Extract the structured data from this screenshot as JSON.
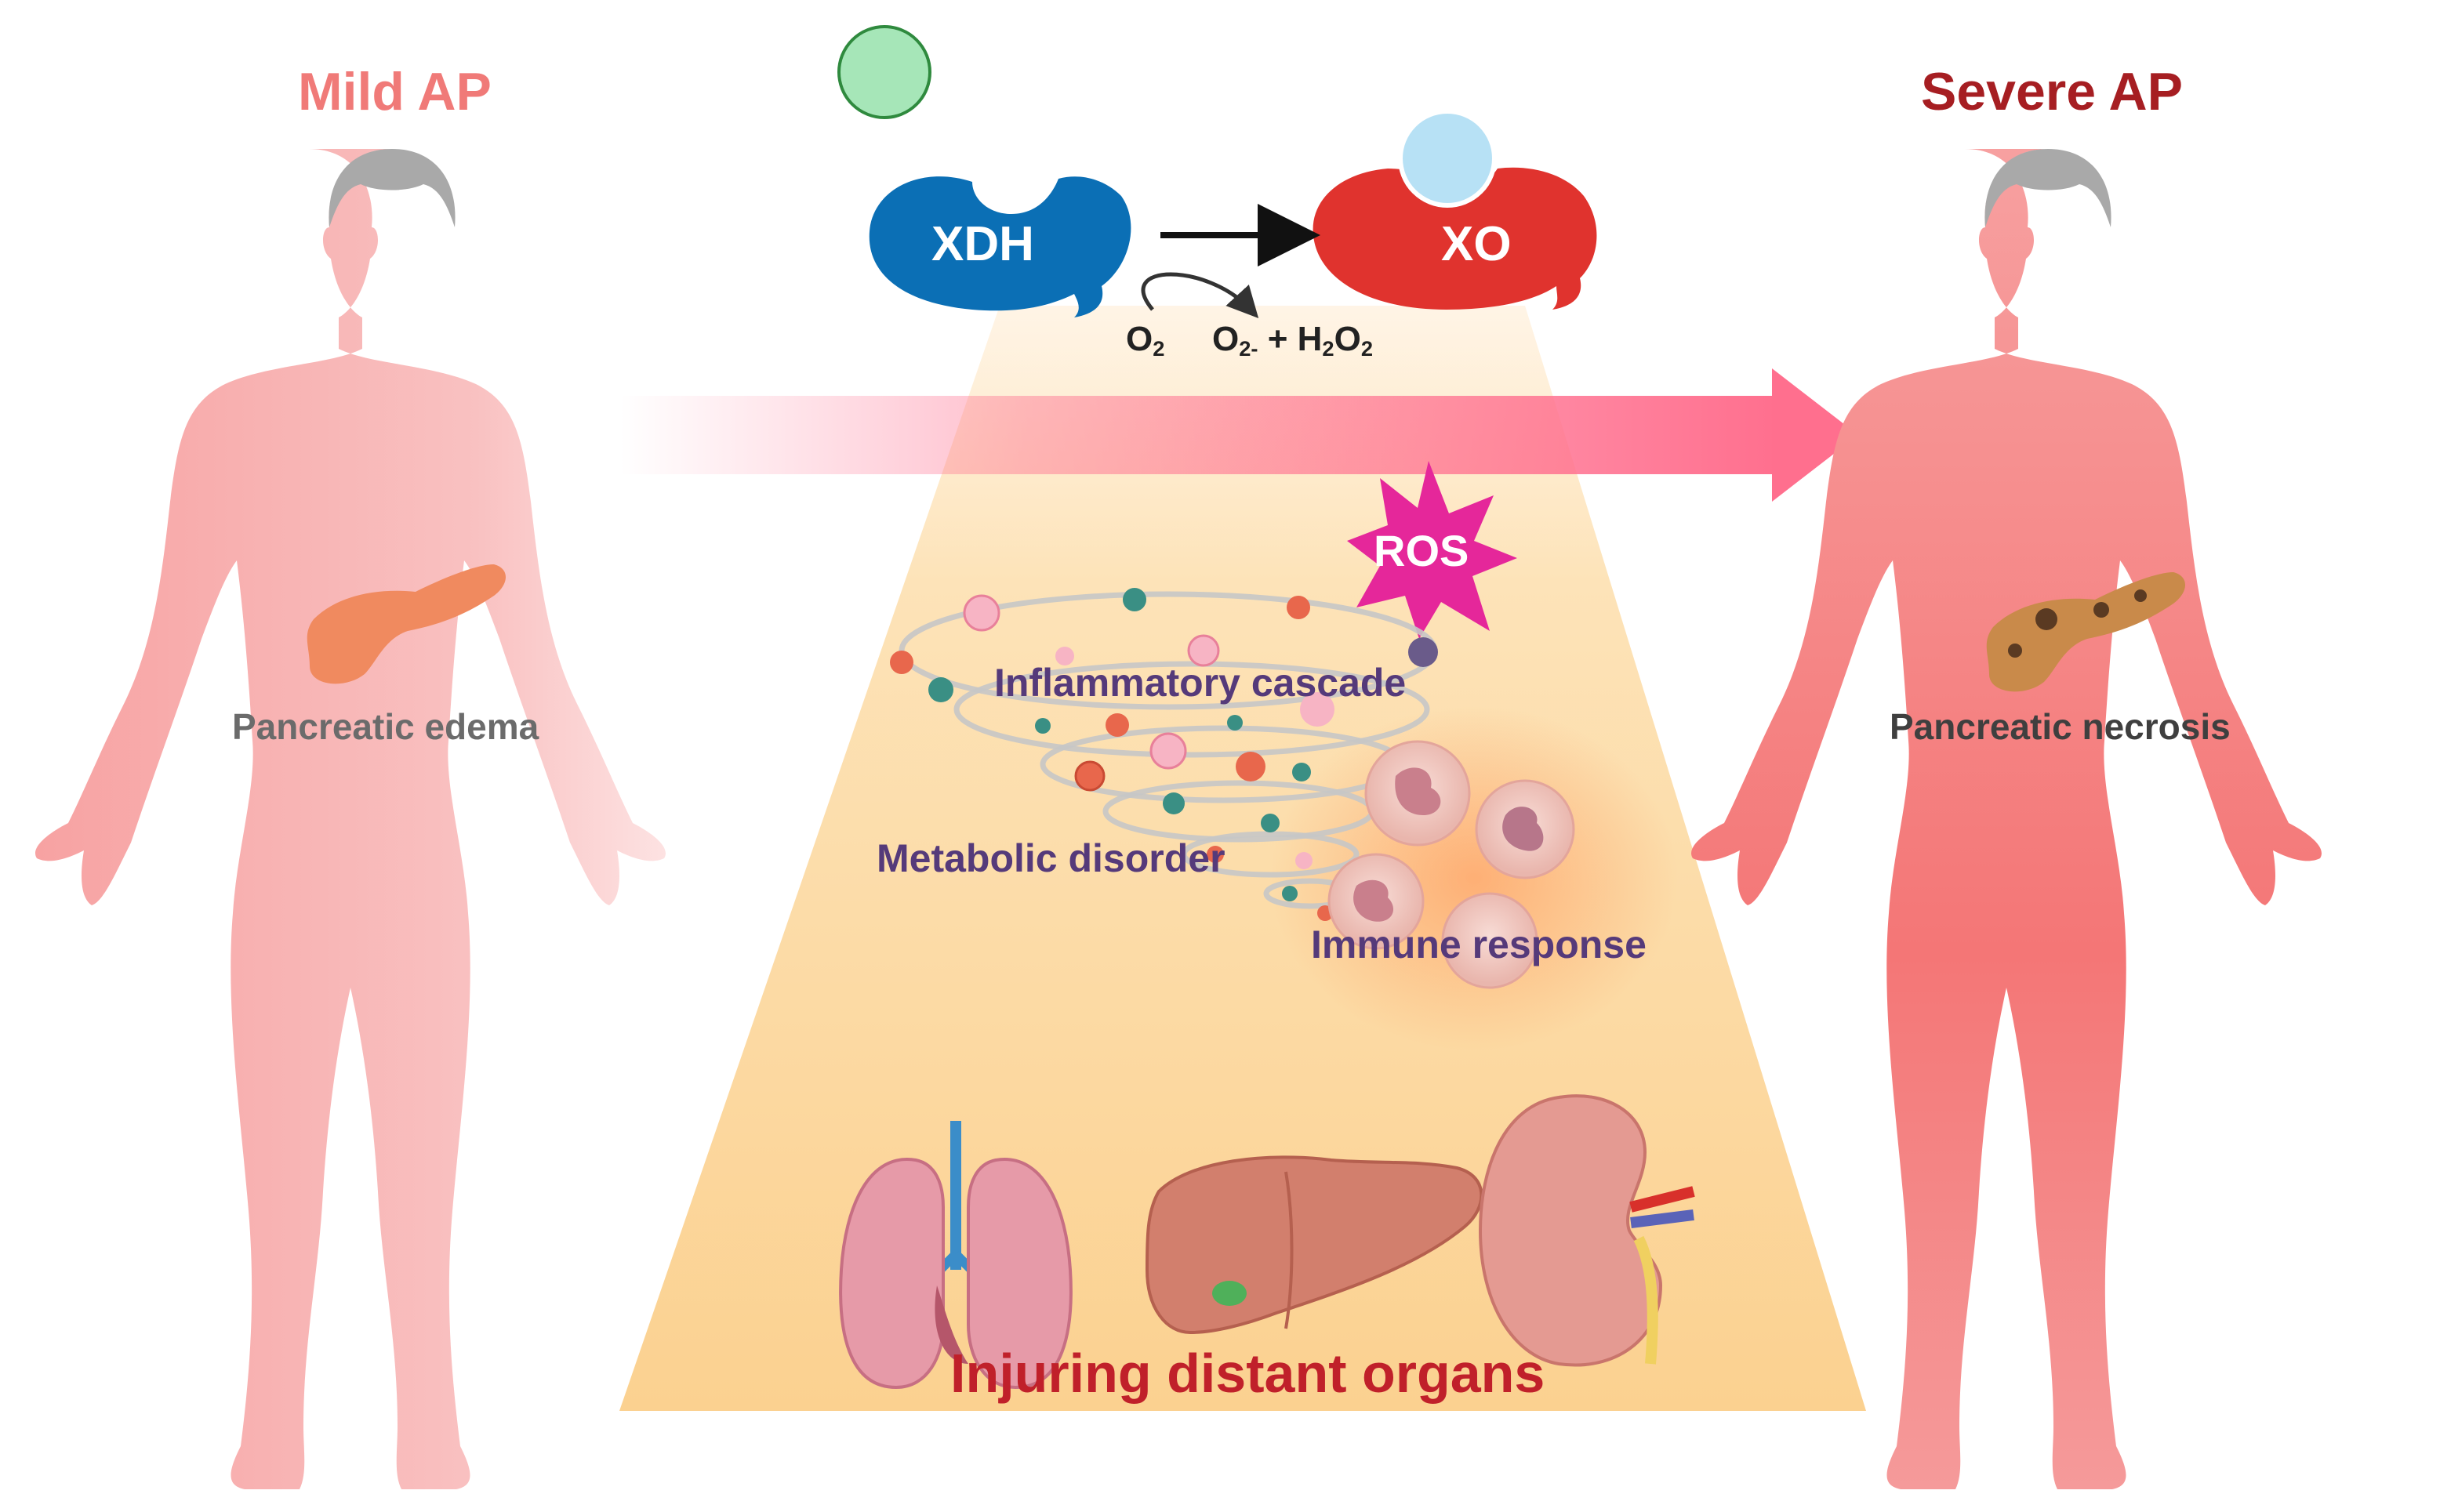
{
  "colors": {
    "mild_title": "#f07a78",
    "severe_title": "#a61e22",
    "organ_label": "#6b6b6b",
    "process_label": "#553a7a",
    "organs_label": "#c0202a",
    "xdh_fill": "#0b6fb5",
    "xo_fill": "#e0332e",
    "body_mild": "#f7a6a6",
    "body_severe": "#f47c7c",
    "trapezoid": "#fbd79a",
    "arrow": "#ff6f8e",
    "ros_fill": "#e5279a",
    "inhibitor_green": "#a6e6b8",
    "substrate_blue": "#b7e1f5"
  },
  "icons": [
    "human-body-icon",
    "pancreas-icon",
    "lung-icon",
    "liver-icon",
    "kidney-icon",
    "neutrophil-icon",
    "ros-starburst-icon"
  ],
  "left": {
    "title": "Mild AP",
    "organ_label": "Pancreatic edema"
  },
  "right": {
    "title": "Severe AP",
    "organ_label": "Pancreatic necrosis"
  },
  "enzymes": {
    "xdh": "XDH",
    "xo": "XO",
    "o2_prefix": "O",
    "o2_sub": "2",
    "prod_o": "O",
    "prod_o_sub": "2-",
    "prod_plus": " + H",
    "prod_h_sub": "2",
    "prod_o2": "O",
    "prod_o2_sub": "2"
  },
  "ros": "ROS",
  "processes": {
    "inflammatory": "Inflammatory cascade",
    "metabolic": "Metabolic disorder",
    "immune": "Immune response"
  },
  "organs": {
    "label": "Injuring distant organs"
  }
}
